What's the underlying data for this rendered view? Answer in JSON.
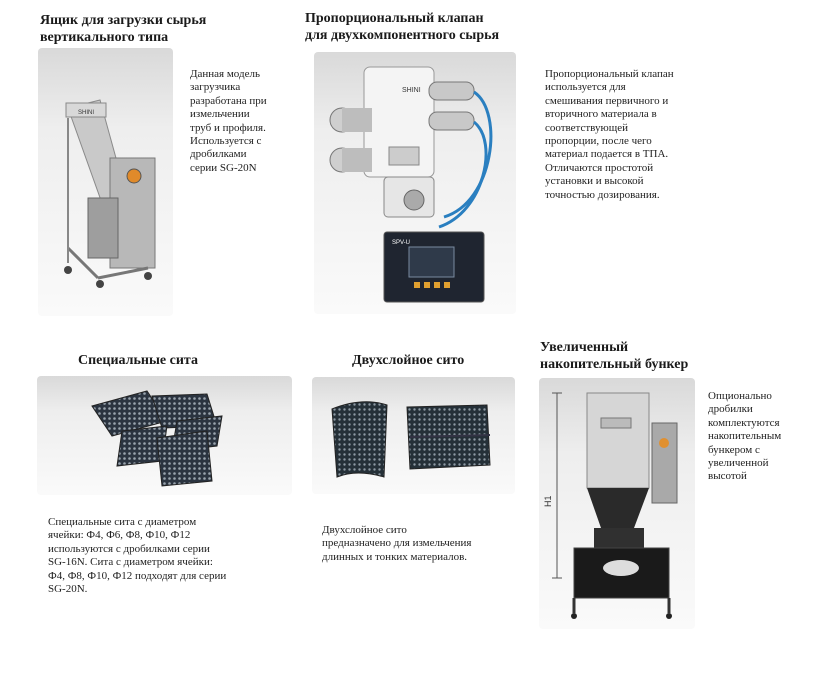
{
  "products": [
    {
      "title_lines": [
        "Ящик для загрузки сырья",
        "вертикального типа"
      ],
      "desc_lines": [
        "Данная модель",
        "загрузчика",
        "разработана при",
        "измельчении",
        "труб и профиля.",
        "Используется с",
        "дробилками",
        "серии SG-20N"
      ]
    },
    {
      "title_lines": [
        "Пропорциональный клапан",
        "для двухкомпонентного сырья"
      ],
      "desc_lines": [
        "Пропорциональный клапан",
        "используется для",
        "смешивания первичного и",
        "вторичного материала в",
        "соответствующей",
        "пропорции, после чего",
        "материал подается в ТПА.",
        "Отличаются простотой",
        "установки и высокой",
        "точностью дозирования."
      ]
    },
    {
      "title_lines": [
        "Специальные сита"
      ],
      "desc_lines": [
        "Специальные сита с диаметром",
        "ячейки: Ф4, Ф6, Ф8, Ф10, Ф12",
        "используются с дробилками серии",
        "SG-16N. Сита с диаметром ячейки:",
        "Ф4, Ф8, Ф10, Ф12 подходят для серии",
        "SG-20N."
      ]
    },
    {
      "title_lines": [
        "Двухслойное сито"
      ],
      "desc_lines": [
        "Двухслойное сито",
        "предназначено для измельчения",
        "длинных и тонких материалов."
      ]
    },
    {
      "title_lines": [
        "Увеличенный",
        "накопительный бункер"
      ],
      "desc_lines": [
        "Опционально",
        "дробилки",
        "комплектуются",
        "накопительным",
        "бункером с",
        "увеличенной",
        "высотой"
      ]
    }
  ],
  "photo_labels": {
    "brand": "SHINI",
    "valve_panel": "SPV-U",
    "hopper_dim": "H1"
  }
}
